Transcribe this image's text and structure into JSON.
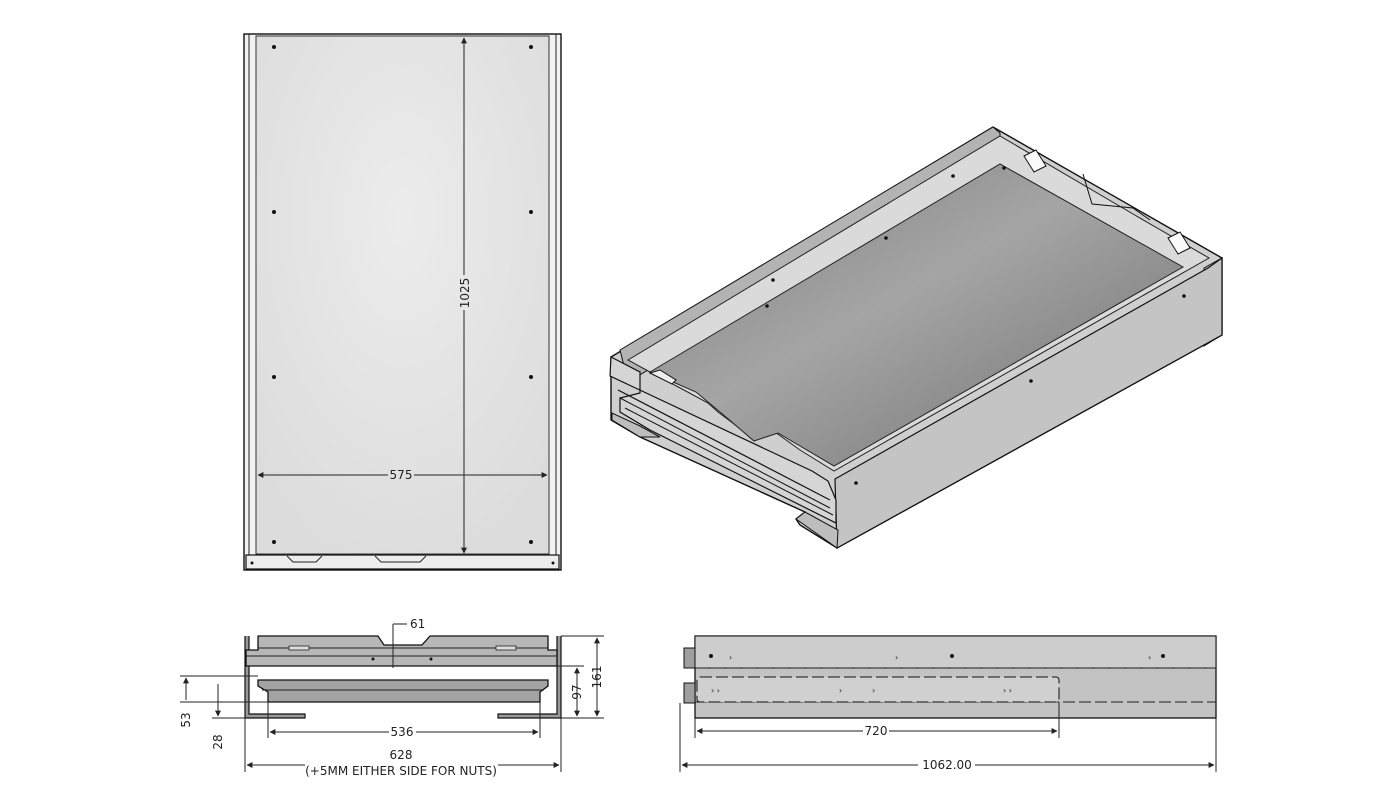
{
  "dimensions": {
    "top_height": "1025",
    "top_width": "575",
    "front_gap": "61",
    "front_h1": "97",
    "front_h2": "161",
    "front_h3": "53",
    "front_h4": "28",
    "front_inner_width": "536",
    "front_outer_width": "628",
    "front_note": "(+5MM EITHER SIDE FOR NUTS)",
    "side_travel": "720",
    "side_length": "1062.00"
  },
  "colors": {
    "sheet_metal_light": "#e7e7e7",
    "sheet_metal_mid": "#b9b9b9",
    "sheet_metal_dark": "#7e7e7e",
    "outline": "#111111"
  }
}
